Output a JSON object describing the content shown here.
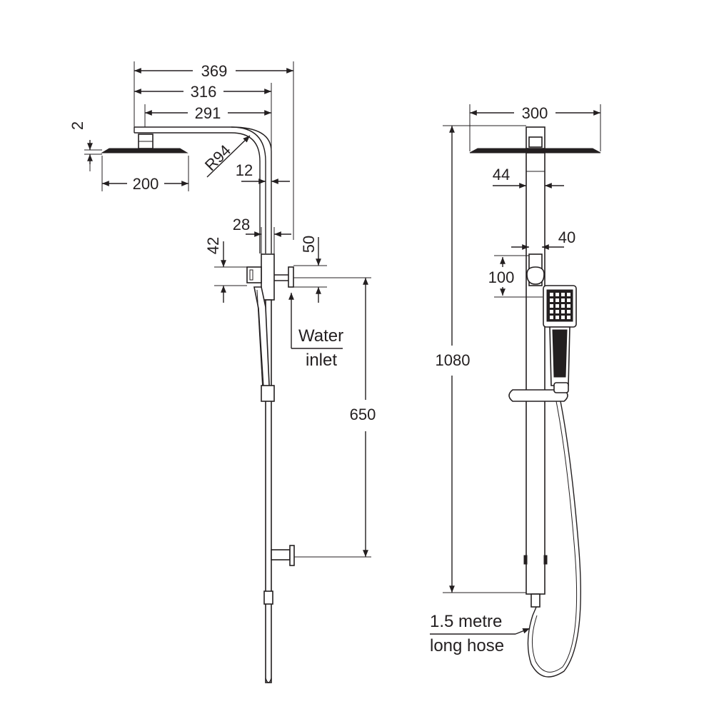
{
  "colors": {
    "ink": "#231f20",
    "background": "#ffffff"
  },
  "side_view": {
    "dim_369": "369",
    "dim_316": "316",
    "dim_291": "291",
    "dim_2": "2",
    "dim_200": "200",
    "dim_r94": "R94",
    "dim_12": "12",
    "dim_28": "28",
    "dim_42": "42",
    "dim_50": "50",
    "dim_650": "650",
    "water_inlet_line1": "Water",
    "water_inlet_line2": "inlet"
  },
  "front_view": {
    "dim_300": "300",
    "dim_44": "44",
    "dim_40": "40",
    "dim_100": "100",
    "dim_1080": "1080",
    "hose_line1": "1.5 metre",
    "hose_line2": "long hose"
  }
}
